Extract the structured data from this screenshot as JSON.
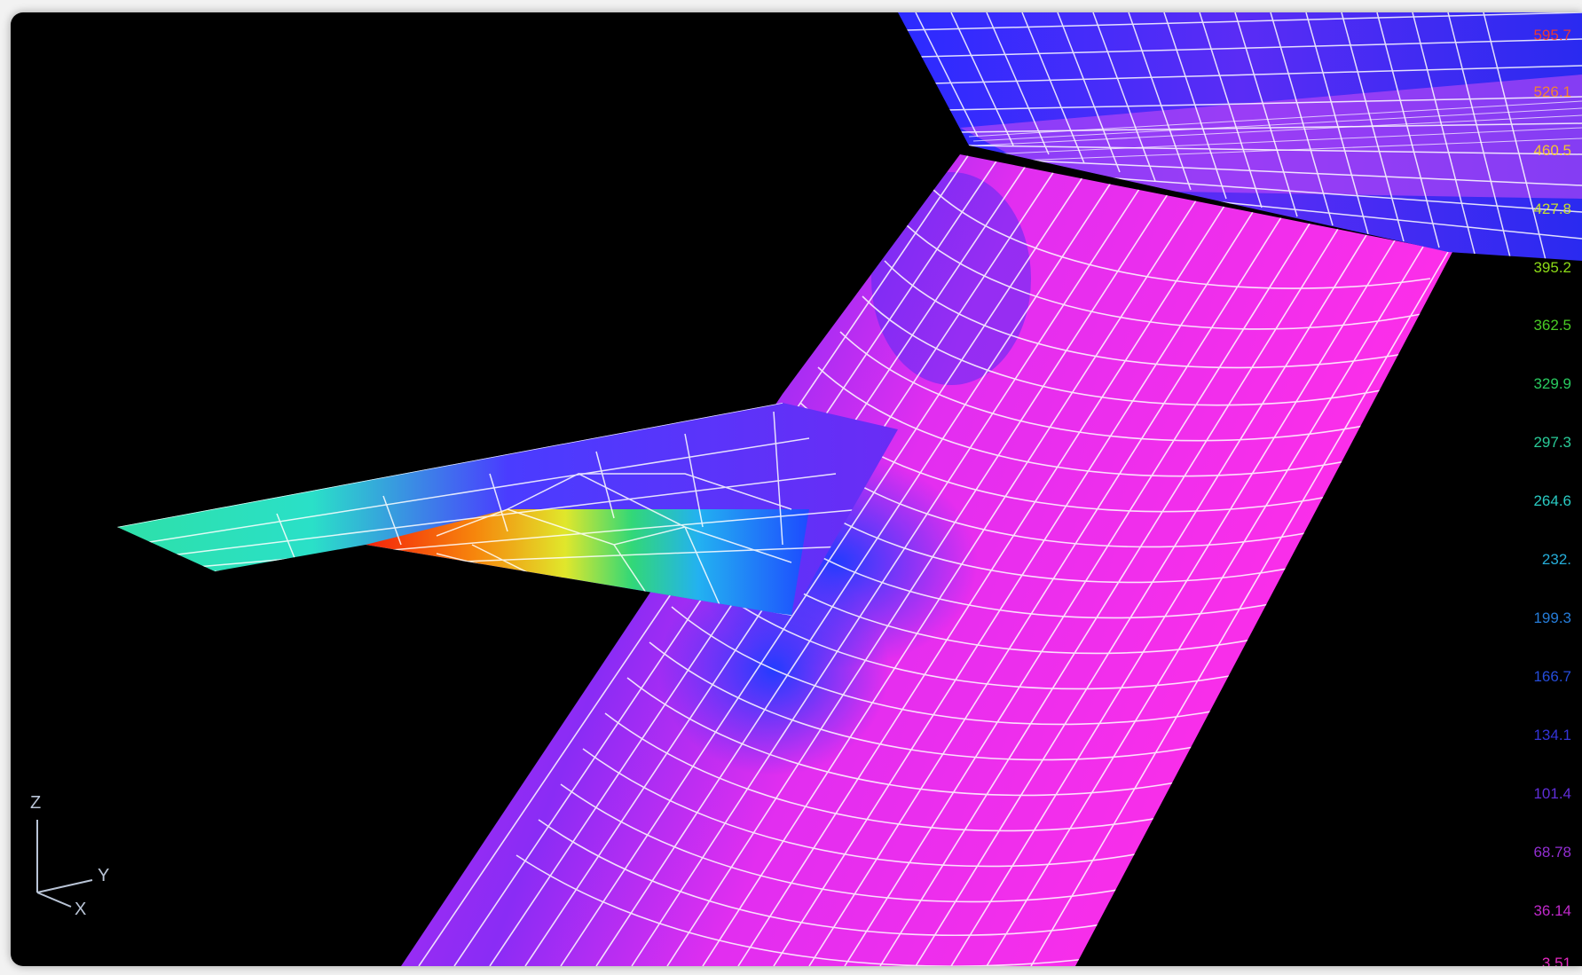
{
  "viewport": {
    "background": "#000000",
    "content": "finite-element stress contour plot"
  },
  "legend": {
    "values": [
      "595.7",
      "526.1",
      "460.5",
      "427.8",
      "395.2",
      "362.5",
      "329.9",
      "297.3",
      "264.6",
      "232.",
      "199.3",
      "166.7",
      "134.1",
      "101.4",
      "68.78",
      "36.14",
      "3.51"
    ],
    "colors": [
      "#ff3b1f",
      "#ff8a1a",
      "#ffd21a",
      "#d8f21a",
      "#9cf21a",
      "#52e02a",
      "#2ee06a",
      "#2ee0a8",
      "#2ee0d8",
      "#2ac0f0",
      "#2a8af0",
      "#2a55f0",
      "#3a3af0",
      "#6a33f0",
      "#a233e8",
      "#d42ee0",
      "#ff2ed8"
    ]
  },
  "triad": {
    "z_label": "Z",
    "y_label": "Y",
    "x_label": "X",
    "icon": "coordinate-axes-icon"
  },
  "colors": {
    "mesh_line": "#ffffff",
    "low_stress": "#ff2ef0",
    "mid_stress": "#1a3cff",
    "high_stress": "#ff2a00"
  }
}
